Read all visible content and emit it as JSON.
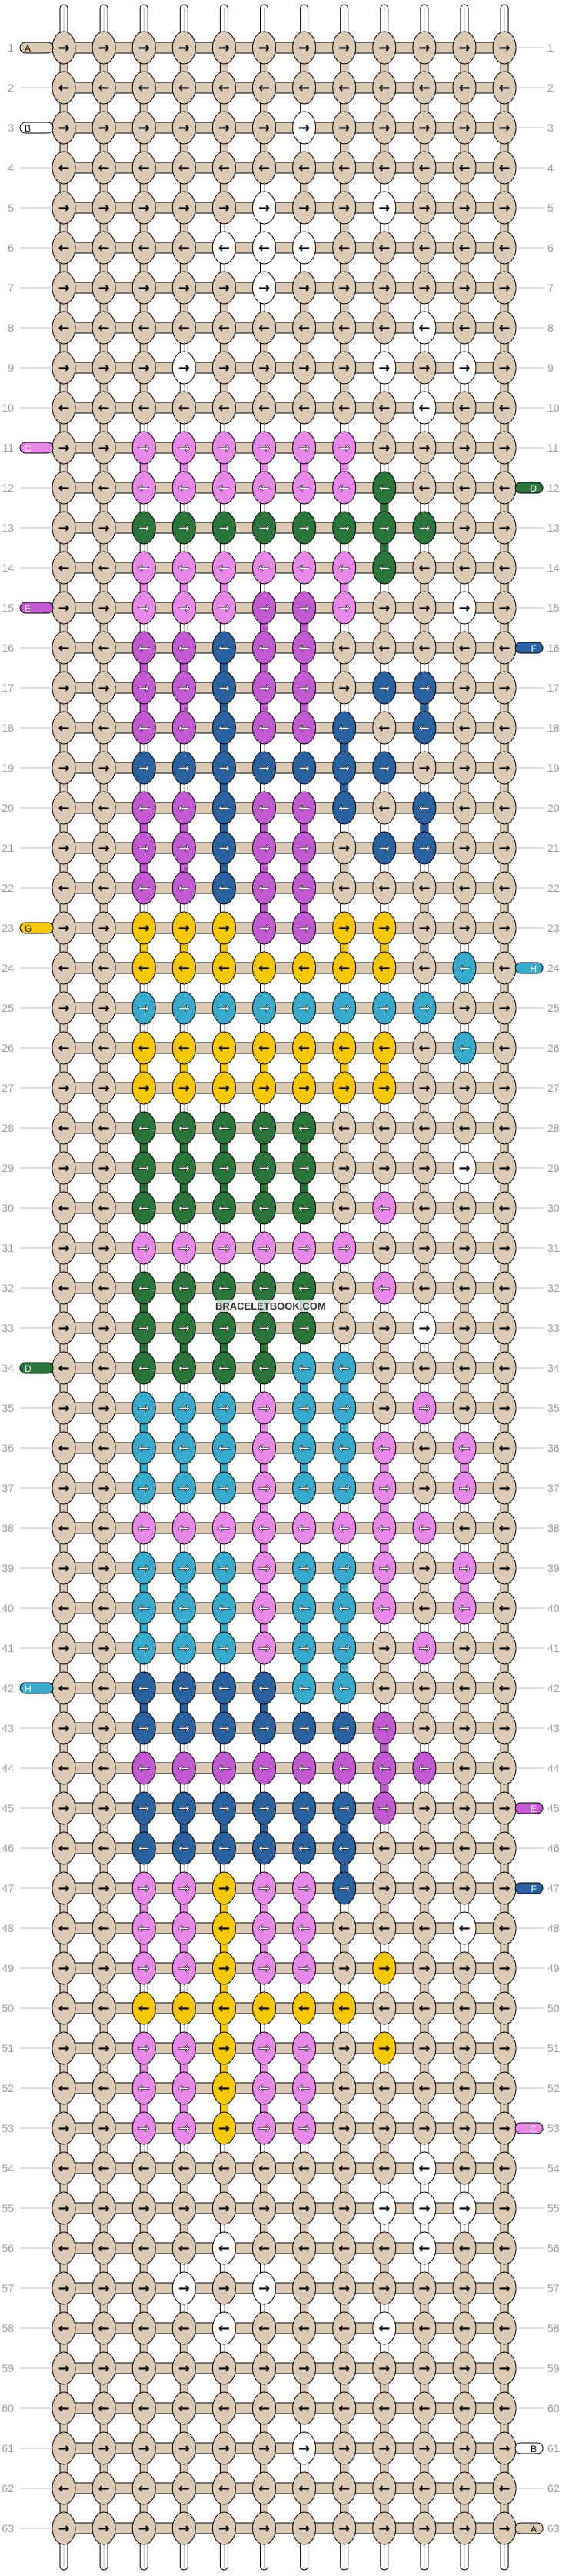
{
  "pattern": {
    "type": "alpha",
    "rows": 63,
    "columns": 12,
    "watermark": "BRACELETBOOK.COM",
    "colors": {
      "T": "#dccab4",
      "W": "#ffffff",
      "P": "#e888e8",
      "U": "#c25ad2",
      "G": "#2a753a",
      "B": "#2a62a0",
      "Y": "#f7c800",
      "C": "#38aacc"
    },
    "color_names": {
      "T": "tan",
      "W": "white",
      "P": "light-pink",
      "U": "purple",
      "G": "dark-green",
      "B": "blue",
      "Y": "yellow",
      "C": "cyan"
    },
    "grid": [
      "TTTTTTTTTTTT",
      "TTTTTTTTTTTT",
      "TTTTTTWTTTTT",
      "TTTTTTTTTTTT",
      "TTTTTWTTWTTT",
      "TTTTWWWTTTTT",
      "TTTTTWTTTTTT",
      "TTTTTTTTTWTT",
      "TTTWTTTTWTWT",
      "TTTTTTTTTWTT",
      "TTPPPPPPTTTT",
      "TTPPPPPPGTTT",
      "TTGGGGGGGGTT",
      "TTPPPPPPGTTT",
      "TTPPPUUPTTWT",
      "TTUUBUUTTTTT",
      "TTUUBUUTBBTT",
      "TTUUBUUBTBTT",
      "TTBBBBBBBTTT",
      "TTUUBUUBTBTT",
      "TTUUBUUTBBTT",
      "TTUUBUUTTTTT",
      "TTYYYUUYYTTT",
      "TTYYYYYYYTCT",
      "TTCCCCCCCCTT",
      "TTYYYYYYYTCT",
      "TTYYYYYYYTTT",
      "TTGGGGGTTTTT",
      "TTGGGGGTTTWT",
      "TTGGGGGTPTTT",
      "TTPPPPPPTTTT",
      "TTGGGGGTPTTT",
      "TTGGGGGTTWTT",
      "TTGGGGCCTTTT",
      "TTCCCPCCTPTT",
      "TTCCCPCCPTPT",
      "TTCCCPCCPTPT",
      "TTPPPPPPPPTT",
      "TTCCCPCCPTPT",
      "TTCCCPCCPTPT",
      "TTCCCPCCTPTT",
      "TTBBBBCCTTTT",
      "TTBBBBBBUTTT",
      "TTUUUUUUUUTT",
      "TTBBBBBBUTTT",
      "TTBBBBBBTTTT",
      "TTPPYPPBTTTT",
      "TTPPYPPTTTWT",
      "TTPPYPPTYTTT",
      "TTYYYYYYTTTT",
      "TTPPYPPTYTTT",
      "TTPPYPPTTTTT",
      "TTPPYPPTTTTT",
      "TTTTTTTTTWTT",
      "TTTTTTTTWWWT",
      "TTTTWTTTTWTT",
      "TTTWTWTTTTTT",
      "TTTTWTTTWTTT",
      "TTTTTTTTTTTT",
      "TTTTTTTTTTTT",
      "TTTTTTWTTTTT",
      "TTTTTTTTTTTT",
      "TTTTTTTTTTTT"
    ],
    "left_strands": [
      {
        "row": 1,
        "letter": "A",
        "color": "T"
      },
      {
        "row": 3,
        "letter": "B",
        "color": "W"
      },
      {
        "row": 11,
        "letter": "C",
        "color": "P"
      },
      {
        "row": 15,
        "letter": "E",
        "color": "U"
      },
      {
        "row": 23,
        "letter": "G",
        "color": "Y"
      },
      {
        "row": 34,
        "letter": "D",
        "color": "G"
      },
      {
        "row": 42,
        "letter": "H",
        "color": "C"
      }
    ],
    "right_strands": [
      {
        "row": 12,
        "letter": "D",
        "color": "G"
      },
      {
        "row": 16,
        "letter": "F",
        "color": "B"
      },
      {
        "row": 24,
        "letter": "H",
        "color": "C"
      },
      {
        "row": 45,
        "letter": "E",
        "color": "U"
      },
      {
        "row": 47,
        "letter": "F",
        "color": "B"
      },
      {
        "row": 53,
        "letter": "C",
        "color": "P"
      },
      {
        "row": 61,
        "letter": "B",
        "color": "W"
      },
      {
        "row": 63,
        "letter": "A",
        "color": "T"
      }
    ],
    "arrows": {
      "odd_row": "→",
      "even_row": "←"
    }
  }
}
